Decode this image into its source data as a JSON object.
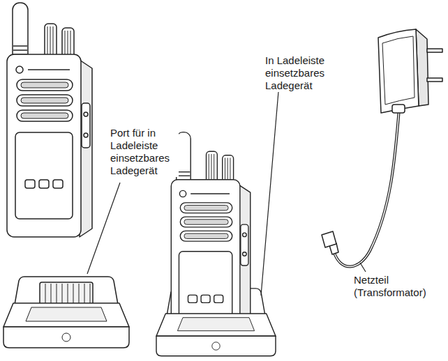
{
  "diagram": {
    "labels": [
      "Port für in Ladeleiste einsetzbares Ladegerät",
      "In Ladeleiste einsetzbares Ladegerät",
      "Netzteil (Transformator)"
    ]
  }
}
